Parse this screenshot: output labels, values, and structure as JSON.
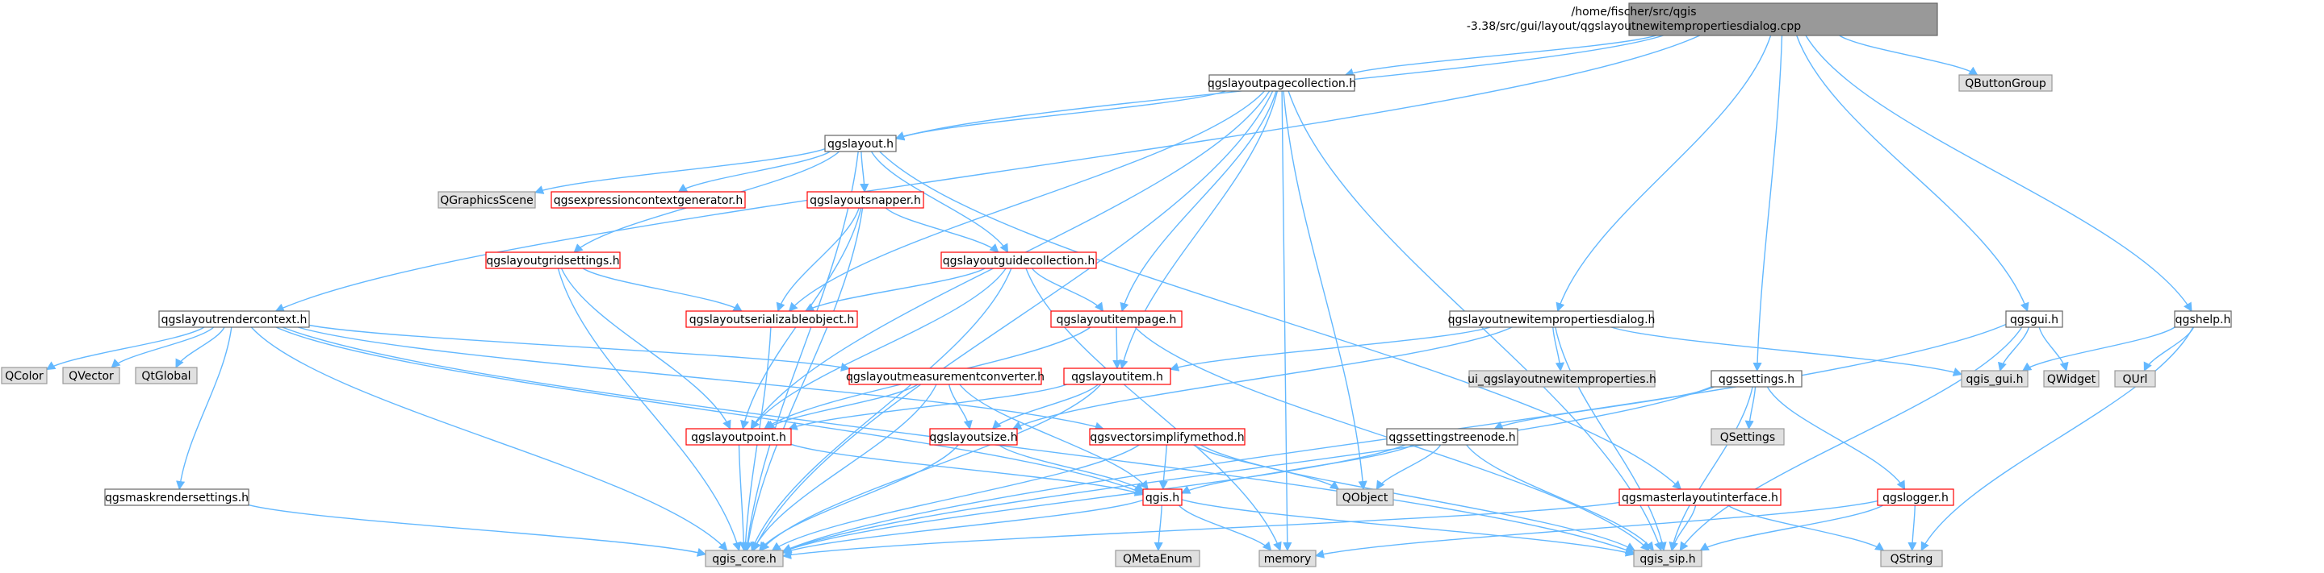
{
  "diagram": {
    "colors": {
      "edge": "#63b8ff",
      "root_fill": "#999999",
      "root_stroke": "#666666",
      "node_fill": "#ffffff",
      "node_stroke": "#666666",
      "external_fill": "#e0e0e0",
      "external_stroke": "#999999",
      "truncated_stroke": "#ff0000"
    },
    "nodes": [
      {
        "id": "root",
        "kind": "root",
        "lines": [
          "/home/fischer/src/qgis",
          "-3.38/src/gui/layout/qgslayoutnewitempropertiesdialog.cpp"
        ]
      },
      {
        "id": "pagecoll",
        "kind": "normal",
        "lines": [
          "qgslayoutpagecollection.h"
        ]
      },
      {
        "id": "buttongroup",
        "kind": "external",
        "lines": [
          "QButtonGroup"
        ]
      },
      {
        "id": "layouth",
        "kind": "normal",
        "lines": [
          "qgslayout.h"
        ]
      },
      {
        "id": "gfxscene",
        "kind": "external",
        "lines": [
          "QGraphicsScene"
        ]
      },
      {
        "id": "exprgen",
        "kind": "truncated",
        "lines": [
          "qgsexpressioncontextgenerator.h"
        ]
      },
      {
        "id": "snapper",
        "kind": "truncated",
        "lines": [
          "qgslayoutsnapper.h"
        ]
      },
      {
        "id": "gridset",
        "kind": "truncated",
        "lines": [
          "qgslayoutgridsettings.h"
        ]
      },
      {
        "id": "guidecoll",
        "kind": "truncated",
        "lines": [
          "qgslayoutguidecollection.h"
        ]
      },
      {
        "id": "renderctx",
        "kind": "normal",
        "lines": [
          "qgslayoutrendercontext.h"
        ]
      },
      {
        "id": "serial",
        "kind": "truncated",
        "lines": [
          "qgslayoutserializableobject.h"
        ]
      },
      {
        "id": "itempage",
        "kind": "truncated",
        "lines": [
          "qgslayoutitempage.h"
        ]
      },
      {
        "id": "newdlg",
        "kind": "normal",
        "lines": [
          "qgslayoutnewitempropertiesdialog.h"
        ]
      },
      {
        "id": "qgsguih",
        "kind": "normal",
        "lines": [
          "qgsgui.h"
        ]
      },
      {
        "id": "qgshelp",
        "kind": "normal",
        "lines": [
          "qgshelp.h"
        ]
      },
      {
        "id": "qcolor",
        "kind": "external",
        "lines": [
          "QColor"
        ]
      },
      {
        "id": "qvector",
        "kind": "external",
        "lines": [
          "QVector"
        ]
      },
      {
        "id": "qtglobal",
        "kind": "external",
        "lines": [
          "QtGlobal"
        ]
      },
      {
        "id": "measconv",
        "kind": "truncated",
        "lines": [
          "qgslayoutmeasurementconverter.h"
        ]
      },
      {
        "id": "itemh",
        "kind": "truncated",
        "lines": [
          "qgslayoutitem.h"
        ]
      },
      {
        "id": "uinewitem",
        "kind": "external",
        "lines": [
          "ui_qgslayoutnewitemproperties.h"
        ]
      },
      {
        "id": "settingsh",
        "kind": "normal",
        "lines": [
          "qgssettings.h"
        ]
      },
      {
        "id": "guiexp",
        "kind": "external",
        "lines": [
          "qgis_gui.h"
        ]
      },
      {
        "id": "qwidget",
        "kind": "external",
        "lines": [
          "QWidget"
        ]
      },
      {
        "id": "qurl",
        "kind": "external",
        "lines": [
          "QUrl"
        ]
      },
      {
        "id": "pointh",
        "kind": "truncated",
        "lines": [
          "qgslayoutpoint.h"
        ]
      },
      {
        "id": "sizeh",
        "kind": "truncated",
        "lines": [
          "qgslayoutsize.h"
        ]
      },
      {
        "id": "vecsimp",
        "kind": "truncated",
        "lines": [
          "qgsvectorsimplifymethod.h"
        ]
      },
      {
        "id": "treenode",
        "kind": "normal",
        "lines": [
          "qgssettingstreenode.h"
        ]
      },
      {
        "id": "qsettings",
        "kind": "external",
        "lines": [
          "QSettings"
        ]
      },
      {
        "id": "maskrender",
        "kind": "normal",
        "lines": [
          "qgsmaskrendersettings.h"
        ]
      },
      {
        "id": "qgish",
        "kind": "truncated",
        "lines": [
          "qgis.h"
        ]
      },
      {
        "id": "qobject",
        "kind": "external",
        "lines": [
          "QObject"
        ]
      },
      {
        "id": "masteriface",
        "kind": "truncated",
        "lines": [
          "qgsmasterlayoutinterface.h"
        ]
      },
      {
        "id": "logger",
        "kind": "truncated",
        "lines": [
          "qgslogger.h"
        ]
      },
      {
        "id": "core",
        "kind": "external",
        "lines": [
          "qgis_core.h"
        ]
      },
      {
        "id": "qmetaenum",
        "kind": "external",
        "lines": [
          "QMetaEnum"
        ]
      },
      {
        "id": "memory",
        "kind": "external",
        "lines": [
          "memory"
        ]
      },
      {
        "id": "sip",
        "kind": "external",
        "lines": [
          "qgis_sip.h"
        ]
      },
      {
        "id": "qstring",
        "kind": "external",
        "lines": [
          "QString"
        ]
      }
    ],
    "edges": [
      [
        "root",
        "pagecoll"
      ],
      [
        "root",
        "buttongroup"
      ],
      [
        "root",
        "layouth"
      ],
      [
        "root",
        "renderctx"
      ],
      [
        "root",
        "newdlg"
      ],
      [
        "root",
        "qgsguih"
      ],
      [
        "root",
        "qgshelp"
      ],
      [
        "root",
        "settingsh"
      ],
      [
        "pagecoll",
        "layouth"
      ],
      [
        "pagecoll",
        "core"
      ],
      [
        "pagecoll",
        "serial"
      ],
      [
        "pagecoll",
        "itempage"
      ],
      [
        "pagecoll",
        "itemh"
      ],
      [
        "pagecoll",
        "pointh"
      ],
      [
        "pagecoll",
        "memory"
      ],
      [
        "pagecoll",
        "qobject"
      ],
      [
        "pagecoll",
        "sip"
      ],
      [
        "layouth",
        "gfxscene"
      ],
      [
        "layouth",
        "exprgen"
      ],
      [
        "layouth",
        "snapper"
      ],
      [
        "layouth",
        "gridset"
      ],
      [
        "layouth",
        "guidecoll"
      ],
      [
        "layouth",
        "core"
      ],
      [
        "layouth",
        "masteriface"
      ],
      [
        "snapper",
        "guidecoll"
      ],
      [
        "snapper",
        "serial"
      ],
      [
        "snapper",
        "pointh"
      ],
      [
        "snapper",
        "core"
      ],
      [
        "gridset",
        "serial"
      ],
      [
        "gridset",
        "pointh"
      ],
      [
        "gridset",
        "core"
      ],
      [
        "guidecoll",
        "itempage"
      ],
      [
        "guidecoll",
        "serial"
      ],
      [
        "guidecoll",
        "pointh"
      ],
      [
        "guidecoll",
        "core"
      ],
      [
        "guidecoll",
        "memory"
      ],
      [
        "serial",
        "core"
      ],
      [
        "itempage",
        "itemh"
      ],
      [
        "itempage",
        "pointh"
      ],
      [
        "itempage",
        "sip"
      ],
      [
        "renderctx",
        "qcolor"
      ],
      [
        "renderctx",
        "qvector"
      ],
      [
        "renderctx",
        "qtglobal"
      ],
      [
        "renderctx",
        "measconv"
      ],
      [
        "renderctx",
        "maskrender"
      ],
      [
        "renderctx",
        "vecsimp"
      ],
      [
        "renderctx",
        "qgish"
      ],
      [
        "renderctx",
        "core"
      ],
      [
        "renderctx",
        "sip"
      ],
      [
        "newdlg",
        "uinewitem"
      ],
      [
        "newdlg",
        "itemh"
      ],
      [
        "newdlg",
        "sizeh"
      ],
      [
        "newdlg",
        "guiexp"
      ],
      [
        "newdlg",
        "sip"
      ],
      [
        "measconv",
        "pointh"
      ],
      [
        "measconv",
        "sizeh"
      ],
      [
        "measconv",
        "qgish"
      ],
      [
        "measconv",
        "core"
      ],
      [
        "itemh",
        "pointh"
      ],
      [
        "itemh",
        "sizeh"
      ],
      [
        "itemh",
        "core"
      ],
      [
        "pointh",
        "qgish"
      ],
      [
        "pointh",
        "core"
      ],
      [
        "sizeh",
        "qgish"
      ],
      [
        "sizeh",
        "core"
      ],
      [
        "vecsimp",
        "qgish"
      ],
      [
        "vecsimp",
        "qobject"
      ],
      [
        "vecsimp",
        "core"
      ],
      [
        "vecsimp",
        "sip"
      ],
      [
        "maskrender",
        "core"
      ],
      [
        "qgish",
        "qmetaenum"
      ],
      [
        "qgish",
        "memory"
      ],
      [
        "qgish",
        "core"
      ],
      [
        "qgish",
        "sip"
      ],
      [
        "settingsh",
        "qsettings"
      ],
      [
        "settingsh",
        "treenode"
      ],
      [
        "settingsh",
        "logger"
      ],
      [
        "settingsh",
        "core"
      ],
      [
        "settingsh",
        "sip"
      ],
      [
        "treenode",
        "qgish"
      ],
      [
        "treenode",
        "qobject"
      ],
      [
        "treenode",
        "core"
      ],
      [
        "treenode",
        "sip"
      ],
      [
        "masteriface",
        "core"
      ],
      [
        "masteriface",
        "sip"
      ],
      [
        "masteriface",
        "qstring"
      ],
      [
        "logger",
        "memory"
      ],
      [
        "logger",
        "sip"
      ],
      [
        "logger",
        "qstring"
      ],
      [
        "qgsguih",
        "guiexp"
      ],
      [
        "qgsguih",
        "qwidget"
      ],
      [
        "qgsguih",
        "core"
      ],
      [
        "qgsguih",
        "sip"
      ],
      [
        "qgshelp",
        "guiexp"
      ],
      [
        "qgshelp",
        "qurl"
      ],
      [
        "qgshelp",
        "qstring"
      ]
    ]
  }
}
